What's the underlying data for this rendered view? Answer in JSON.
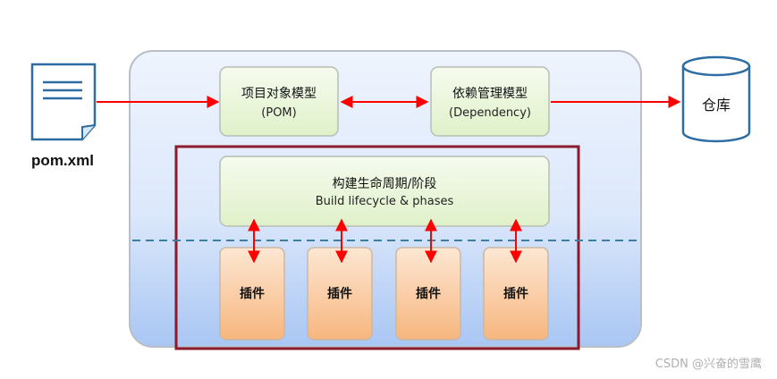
{
  "file": {
    "label": "pom.xml"
  },
  "pom_box": {
    "title": "项目对象模型",
    "subtitle": "(POM)"
  },
  "dependency_box": {
    "title": "依赖管理模型",
    "subtitle": "(Dependency)"
  },
  "repository": {
    "label": "仓库"
  },
  "lifecycle_box": {
    "title": "构建生命周期/阶段",
    "subtitle": "Build lifecycle & phases"
  },
  "plugins": [
    {
      "label": "插件"
    },
    {
      "label": "插件"
    },
    {
      "label": "插件"
    },
    {
      "label": "插件"
    }
  ],
  "watermark": "CSDN @兴奋的雪鹰",
  "colors": {
    "arrow": "#ff0000",
    "frame": "#8b1a2b",
    "green_fill": "#ebf7dc",
    "orange_fill": "#f9c79a",
    "dash": "#3d7fa0"
  }
}
